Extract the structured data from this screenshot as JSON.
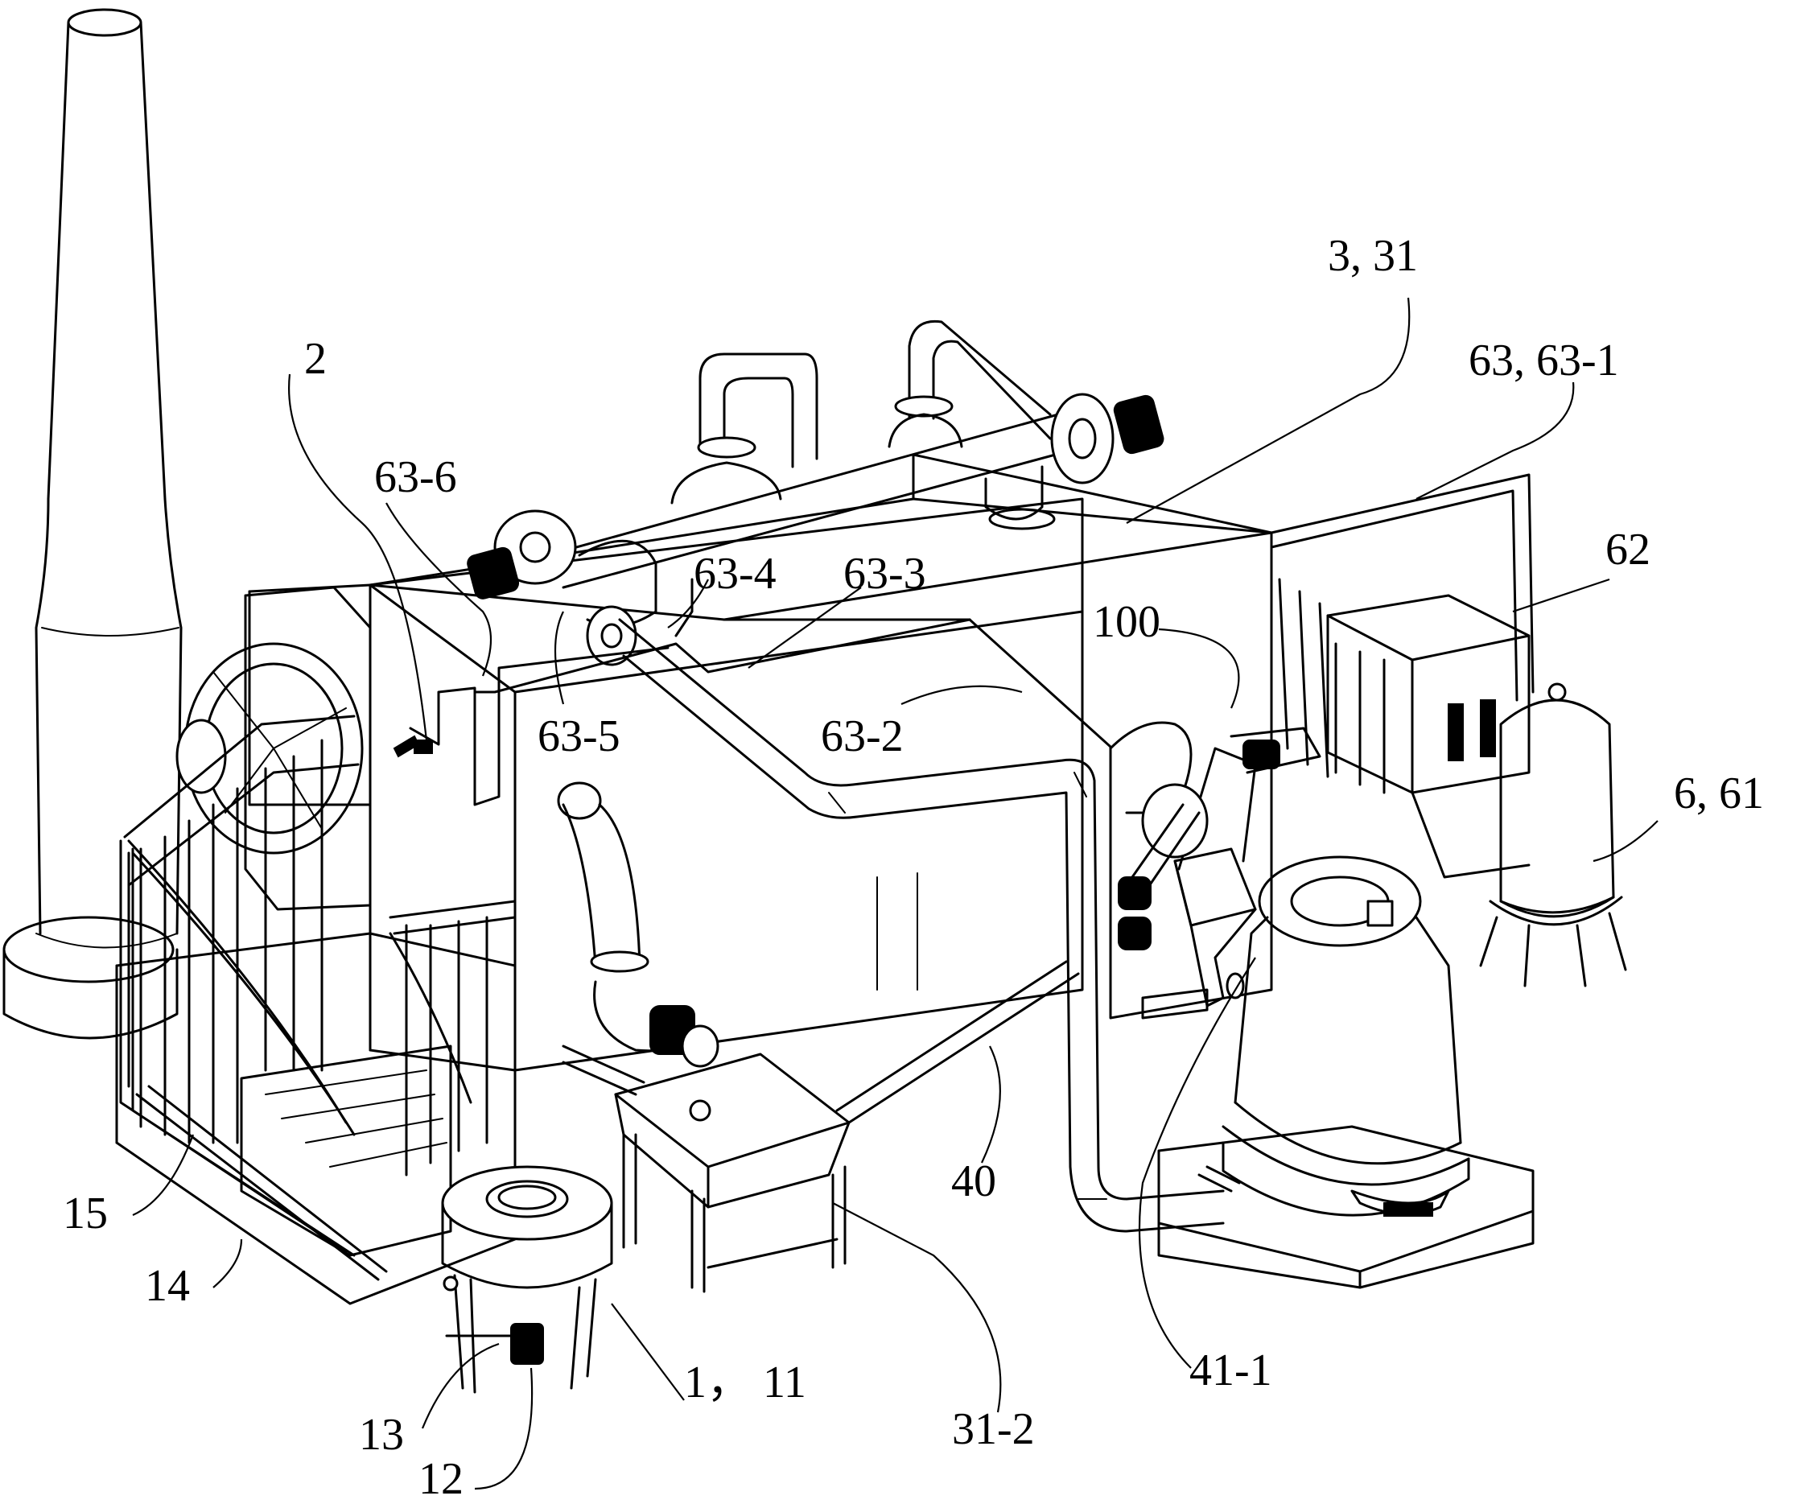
{
  "labels": {
    "l_3_31": "3, 31",
    "l_63_63_1": "63, 63-1",
    "l_2": "2",
    "l_63_6": "63-6",
    "l_63_4": "63-4",
    "l_63_3": "63-3",
    "l_62": "62",
    "l_100": "100",
    "l_63_5": "63-5",
    "l_63_2": "63-2",
    "l_6_61": "6, 61",
    "l_15": "15",
    "l_14": "14",
    "l_40": "40",
    "l_1_11": "1， 11",
    "l_41_1": "41-1",
    "l_31_2": "31-2",
    "l_13": "13",
    "l_12": "12"
  }
}
